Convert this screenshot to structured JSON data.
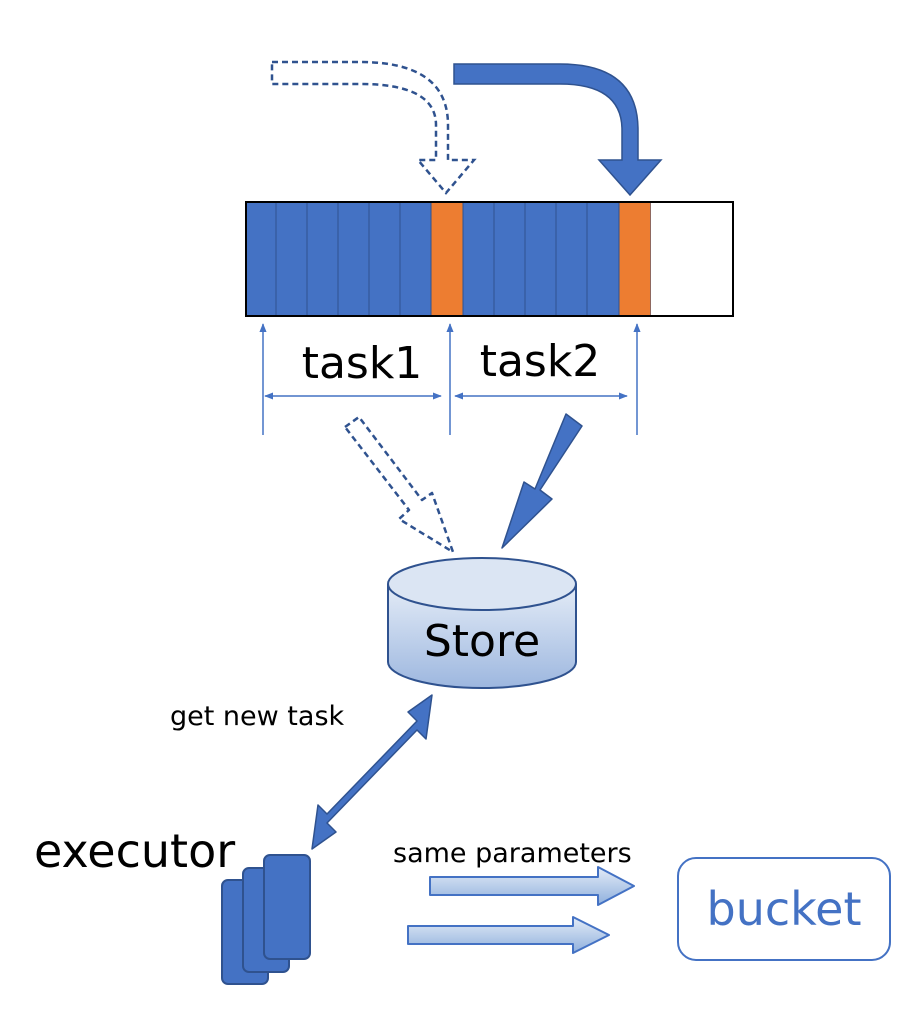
{
  "labels": {
    "task1": "task1",
    "task2": "task2",
    "store": "Store",
    "get_new_task": "get new task",
    "executor": "executor",
    "same_parameters": "same parameters",
    "bucket": "bucket"
  },
  "colors": {
    "block_blue": "#4472C4",
    "block_orange": "#ED7D31",
    "cell_divider": "#2F528F",
    "arrow_blue": "#4472C4",
    "dashed_arrow": "#2F528F",
    "bucket_border": "#4472C4",
    "bucket_text": "#4472C4",
    "text": "#000000"
  }
}
